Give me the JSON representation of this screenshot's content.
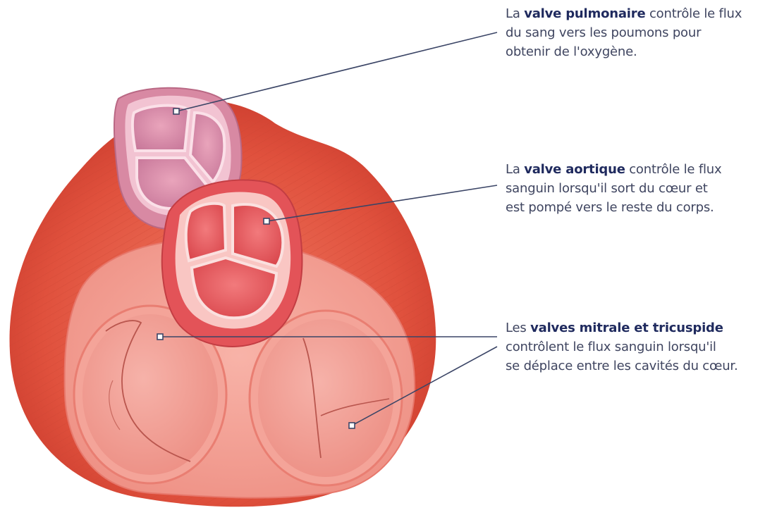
{
  "labels": {
    "pulmonary": {
      "prefix": "La ",
      "bold": "valve pulmonaire",
      "line1_rest": " contrôle le flux",
      "line2": "du sang vers les poumons pour",
      "line3": "obtenir de l'oxygène."
    },
    "aortic": {
      "prefix": "La ",
      "bold": "valve aortique",
      "line1_rest": " contrôle le flux",
      "line2": "sanguin lorsqu'il sort du cœur et",
      "line3": "est pompé vers le reste du corps."
    },
    "mitral": {
      "prefix": "Les ",
      "bold": "valves mitrale et tricuspide",
      "line2": "contrôlent le flux sanguin lorsqu'il",
      "line3": "se déplace entre les cavités du cœur."
    }
  },
  "colors": {
    "label_text": "#3f4560",
    "label_bold": "#1f2a5e",
    "leader_line": "#3b4566",
    "muscle": "#e0513d",
    "annulus": "#f29a90",
    "pulmonary_valve": "#d98aa4",
    "aortic_valve": "#e85d62"
  }
}
